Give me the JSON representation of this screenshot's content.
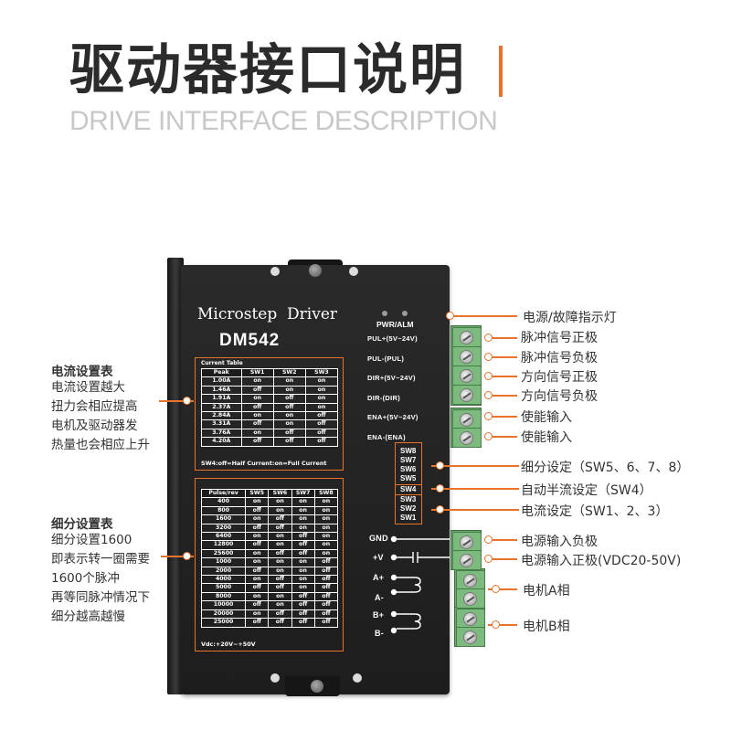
{
  "header": {
    "title": "驱动器接口说明",
    "subtitle": "DRIVE INTERFACE DESCRIPTION"
  },
  "device": {
    "title": "Microstep  Driver",
    "model": "DM542",
    "pwr_label": "PWR/ALM",
    "current_table": {
      "heading": "Current Table",
      "columns": [
        "Peak",
        "SW1",
        "SW2",
        "SW3"
      ],
      "rows": [
        [
          "1.00A",
          "on",
          "on",
          "on"
        ],
        [
          "1.46A",
          "off",
          "on",
          "on"
        ],
        [
          "1.91A",
          "on",
          "off",
          "on"
        ],
        [
          "2.37A",
          "off",
          "off",
          "on"
        ],
        [
          "2.84A",
          "on",
          "on",
          "off"
        ],
        [
          "3.31A",
          "off",
          "on",
          "off"
        ],
        [
          "3.76A",
          "on",
          "off",
          "off"
        ],
        [
          "4.20A",
          "off",
          "off",
          "off"
        ]
      ],
      "footnote": "SW4:off=Half Current:on=Full Current"
    },
    "pulse_table": {
      "columns": [
        "Pulse/rev",
        "SW5",
        "SW6",
        "SW7",
        "SW8"
      ],
      "rows": [
        [
          "400",
          "on",
          "on",
          "on",
          "on"
        ],
        [
          "800",
          "off",
          "on",
          "on",
          "on"
        ],
        [
          "1600",
          "on",
          "off",
          "on",
          "on"
        ],
        [
          "3200",
          "off",
          "off",
          "on",
          "on"
        ],
        [
          "6400",
          "on",
          "on",
          "off",
          "on"
        ],
        [
          "12800",
          "off",
          "on",
          "off",
          "on"
        ],
        [
          "25600",
          "on",
          "off",
          "off",
          "on"
        ],
        [
          "1000",
          "on",
          "on",
          "on",
          "off"
        ],
        [
          "2000",
          "off",
          "on",
          "on",
          "off"
        ],
        [
          "4000",
          "on",
          "off",
          "on",
          "off"
        ],
        [
          "5000",
          "off",
          "off",
          "on",
          "off"
        ],
        [
          "8000",
          "on",
          "on",
          "off",
          "off"
        ],
        [
          "10000",
          "off",
          "on",
          "off",
          "off"
        ],
        [
          "20000",
          "on",
          "off",
          "off",
          "off"
        ],
        [
          "25000",
          "off",
          "off",
          "off",
          "off"
        ]
      ],
      "footnote": "Vdc:+20V~+50V"
    },
    "signal_labels": [
      "PUL+(5V~24V)",
      "PUL-(PUL)",
      "DIR+(5V~24V)",
      "DIR-(DIR)",
      "ENA+(5V~24V)",
      "ENA-(ENA)"
    ],
    "switch_labels": [
      "SW8",
      "SW7",
      "SW6",
      "SW5",
      "SW4",
      "SW3",
      "SW2",
      "SW1"
    ],
    "power_labels": [
      "GND",
      "+V",
      "A+",
      "A-",
      "B+",
      "B-"
    ]
  },
  "annotations": {
    "pwr_indicator": "电源/故障指示灯",
    "pul_pos": "脉冲信号正极",
    "pul_neg": "脉冲信号负极",
    "dir_pos": "方向信号正极",
    "dir_neg": "方向信号负极",
    "ena_1": "使能输入",
    "ena_2": "使能输入",
    "microstep": "细分设定（SW5、6、7、8）",
    "half_current": "自动半流设定（SW4）",
    "current_set": "电流设定（SW1、2、3）",
    "power_neg": "电源输入负极",
    "power_pos": "电源输入正极(VDC20-50V)",
    "motor_a": "电机A相",
    "motor_b": "电机B相"
  },
  "left_notes": {
    "current": {
      "title": "电流设置表",
      "lines": [
        "电流设置越大",
        "扭力会相应提高",
        "电机及驱动器发",
        "热量也会相应上升"
      ]
    },
    "microstep": {
      "title": "细分设置表",
      "lines": [
        "细分设置1600",
        "即表示转一圈需要",
        "1600个脉冲",
        "再等同脉冲情况下",
        "细分越高越慢"
      ]
    }
  },
  "colors": {
    "accent": "#e8732a",
    "device_body": "#1f1f1f",
    "terminal_green": "#7cba7e"
  }
}
